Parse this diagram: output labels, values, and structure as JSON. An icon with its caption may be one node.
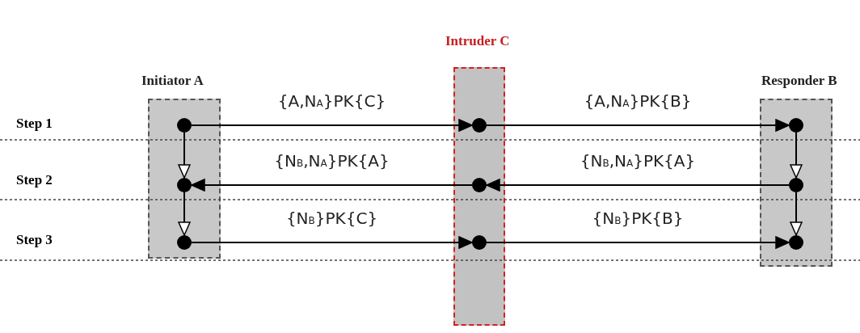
{
  "diagram": {
    "nodes": [
      {
        "text": [
          "Initiator A"
        ]
      },
      {
        "text": [
          "Intruder C"
        ]
      },
      {
        "text": [
          "Responder B"
        ]
      },
      {
        "text": [],
        "shape": "circle",
        "in": 0
      },
      {
        "text": [],
        "shape": "circle",
        "in": 0
      },
      {
        "text": [],
        "shape": "circle",
        "in": 0
      },
      {
        "text": [],
        "shape": "circle",
        "in": 1
      },
      {
        "text": [],
        "shape": "circle",
        "in": 1
      },
      {
        "text": [],
        "shape": "circle",
        "in": 1
      },
      {
        "text": [],
        "shape": "circle",
        "in": 2
      },
      {
        "text": [],
        "shape": "circle",
        "in": 2
      },
      {
        "text": [],
        "shape": "circle",
        "in": 2
      }
    ],
    "edges": [
      {
        "from": 3,
        "to": 6,
        "arrow": "to",
        "label": "{A,N$_{A}$}PK{C}"
      },
      {
        "from": 6,
        "to": 9,
        "arrow": "to",
        "label": "{A,N$_{A}$}PK{B}"
      },
      {
        "from": 10,
        "to": 7,
        "arrow": "to",
        "label": "{N$_{B}$,N$_{A}$}PK{A}"
      },
      {
        "from": 7,
        "to": 4,
        "arrow": "to",
        "label": "{N$_{B}$,N$_{A}$}PK{A}"
      },
      {
        "from": 5,
        "to": 8,
        "arrow": "to",
        "label": "{N$_{B}$}PK{C}"
      },
      {
        "from": 8,
        "to": 11,
        "arrow": "to",
        "label": "{N$_{B}$}PK{B}"
      },
      {
        "from": 3,
        "to": 4,
        "arrow": "to"
      },
      {
        "from": 4,
        "to": 5,
        "arrow": "to"
      },
      {
        "from": 9,
        "to": 10,
        "arrow": "to"
      },
      {
        "from": 10,
        "to": 11,
        "arrow": "to"
      }
    ],
    "labels": [
      "Step 1",
      "Step 2",
      "Step 3"
    ]
  }
}
